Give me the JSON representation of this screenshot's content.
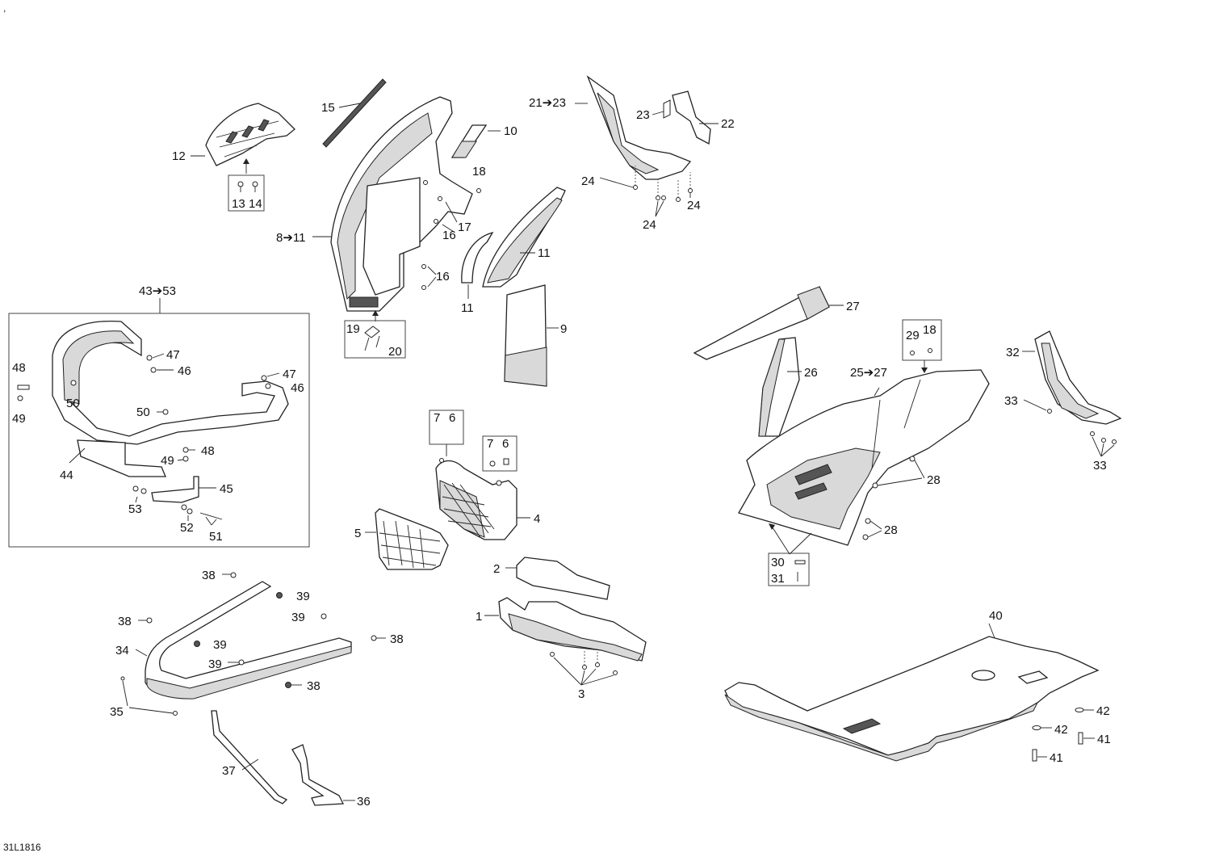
{
  "drawing_code": "31L1816",
  "corner_mark": ",",
  "callouts": [
    {
      "id": "c12",
      "text": "12"
    },
    {
      "id": "c13",
      "text": "13"
    },
    {
      "id": "c14",
      "text": "14"
    },
    {
      "id": "c15",
      "text": "15"
    },
    {
      "id": "c10",
      "text": "10"
    },
    {
      "id": "c18a",
      "text": "18"
    },
    {
      "id": "c17",
      "text": "17"
    },
    {
      "id": "c16a",
      "text": "16"
    },
    {
      "id": "c16b",
      "text": "16"
    },
    {
      "id": "c8_11",
      "text": "8➔11"
    },
    {
      "id": "c11a",
      "text": "11"
    },
    {
      "id": "c11b",
      "text": "11"
    },
    {
      "id": "c9",
      "text": "9"
    },
    {
      "id": "c19",
      "text": "19"
    },
    {
      "id": "c20",
      "text": "20"
    },
    {
      "id": "c21_23",
      "text": "21➔23"
    },
    {
      "id": "c23",
      "text": "23"
    },
    {
      "id": "c22",
      "text": "22"
    },
    {
      "id": "c24a",
      "text": "24"
    },
    {
      "id": "c24b",
      "text": "24"
    },
    {
      "id": "c24c",
      "text": "24"
    },
    {
      "id": "c43_53",
      "text": "43➔53"
    },
    {
      "id": "c47a",
      "text": "47"
    },
    {
      "id": "c46a",
      "text": "46"
    },
    {
      "id": "c48a",
      "text": "48"
    },
    {
      "id": "c50a",
      "text": "50"
    },
    {
      "id": "c49a",
      "text": "49"
    },
    {
      "id": "c47b",
      "text": "47"
    },
    {
      "id": "c46b",
      "text": "46"
    },
    {
      "id": "c50b",
      "text": "50"
    },
    {
      "id": "c48b",
      "text": "48"
    },
    {
      "id": "c49b",
      "text": "49"
    },
    {
      "id": "c44",
      "text": "44"
    },
    {
      "id": "c45",
      "text": "45"
    },
    {
      "id": "c53",
      "text": "53"
    },
    {
      "id": "c52",
      "text": "52"
    },
    {
      "id": "c51",
      "text": "51"
    },
    {
      "id": "c7a",
      "text": "7"
    },
    {
      "id": "c6a",
      "text": "6"
    },
    {
      "id": "c7b",
      "text": "7"
    },
    {
      "id": "c6b",
      "text": "6"
    },
    {
      "id": "c4",
      "text": "4"
    },
    {
      "id": "c5",
      "text": "5"
    },
    {
      "id": "c2",
      "text": "2"
    },
    {
      "id": "c1",
      "text": "1"
    },
    {
      "id": "c3",
      "text": "3"
    },
    {
      "id": "c27a",
      "text": "27"
    },
    {
      "id": "c26",
      "text": "26"
    },
    {
      "id": "c25_27",
      "text": "25➔27"
    },
    {
      "id": "c29",
      "text": "29"
    },
    {
      "id": "c18b",
      "text": "18"
    },
    {
      "id": "c28a",
      "text": "28"
    },
    {
      "id": "c28b",
      "text": "28"
    },
    {
      "id": "c30",
      "text": "30"
    },
    {
      "id": "c31",
      "text": "31"
    },
    {
      "id": "c32",
      "text": "32"
    },
    {
      "id": "c33a",
      "text": "33"
    },
    {
      "id": "c33b",
      "text": "33"
    },
    {
      "id": "c38a",
      "text": "38"
    },
    {
      "id": "c39a",
      "text": "39"
    },
    {
      "id": "c38b",
      "text": "38"
    },
    {
      "id": "c39b",
      "text": "39"
    },
    {
      "id": "c38c",
      "text": "38"
    },
    {
      "id": "c34",
      "text": "34"
    },
    {
      "id": "c39c",
      "text": "39"
    },
    {
      "id": "c39d",
      "text": "39"
    },
    {
      "id": "c38d",
      "text": "38"
    },
    {
      "id": "c35",
      "text": "35"
    },
    {
      "id": "c37",
      "text": "37"
    },
    {
      "id": "c36",
      "text": "36"
    },
    {
      "id": "c40",
      "text": "40"
    },
    {
      "id": "c42a",
      "text": "42"
    },
    {
      "id": "c42b",
      "text": "42"
    },
    {
      "id": "c41a",
      "text": "41"
    },
    {
      "id": "c41b",
      "text": "41"
    }
  ]
}
